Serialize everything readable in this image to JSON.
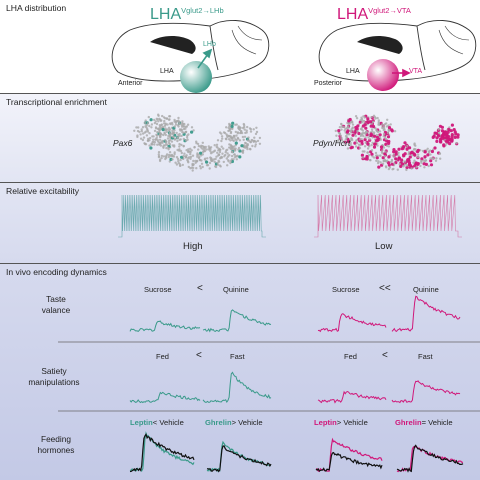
{
  "panels": {
    "distribution": {
      "title": "LHA distribution",
      "left": {
        "main": "LHA",
        "sup": "Vglut2→LHb",
        "region_label": "LHA",
        "target": "LHb",
        "position": "Anterior",
        "color": "#3a9a8a"
      },
      "right": {
        "main": "LHA",
        "sup": "Vglut2→VTA",
        "region_label": "LHA",
        "target": "VTA",
        "position": "Posterior",
        "color": "#d0187a"
      }
    },
    "transcriptional": {
      "title": "Transcriptional enrichment",
      "left_gene": "Pax6",
      "right_gene": "Pdyn/Hcrt"
    },
    "excitability": {
      "title": "Relative excitability",
      "left_label": "High",
      "right_label": "Low"
    },
    "encoding": {
      "title": "In vivo encoding dynamics",
      "rows": [
        {
          "label_lines": [
            "Taste",
            "valance"
          ],
          "cond_a": "Sucrose",
          "cond_b": "Quinine",
          "left_cmp": "<",
          "right_cmp": "<<"
        },
        {
          "label_lines": [
            "Satiety",
            "manipulations"
          ],
          "cond_a": "Fed",
          "cond_b": "Fast",
          "left_cmp": "<",
          "right_cmp": "<"
        },
        {
          "label_lines": [
            "Feeding",
            "hormones"
          ]
        }
      ],
      "hormones": {
        "left": [
          {
            "drug": "Leptin",
            "cmp": "<",
            "vehicle": "Vehicle"
          },
          {
            "drug": "Ghrelin",
            "cmp": ">",
            "vehicle": "Vehicle"
          }
        ],
        "right": [
          {
            "drug": "Leptin",
            "cmp": ">",
            "vehicle": "Vehicle"
          },
          {
            "drug": "Ghrelin",
            "cmp": "=",
            "vehicle": "Vehicle"
          }
        ]
      }
    }
  },
  "colors": {
    "teal": "#3a9a8a",
    "magenta": "#d0187a",
    "panel_shade": "#c8cde8",
    "vehicle": "#111111"
  }
}
